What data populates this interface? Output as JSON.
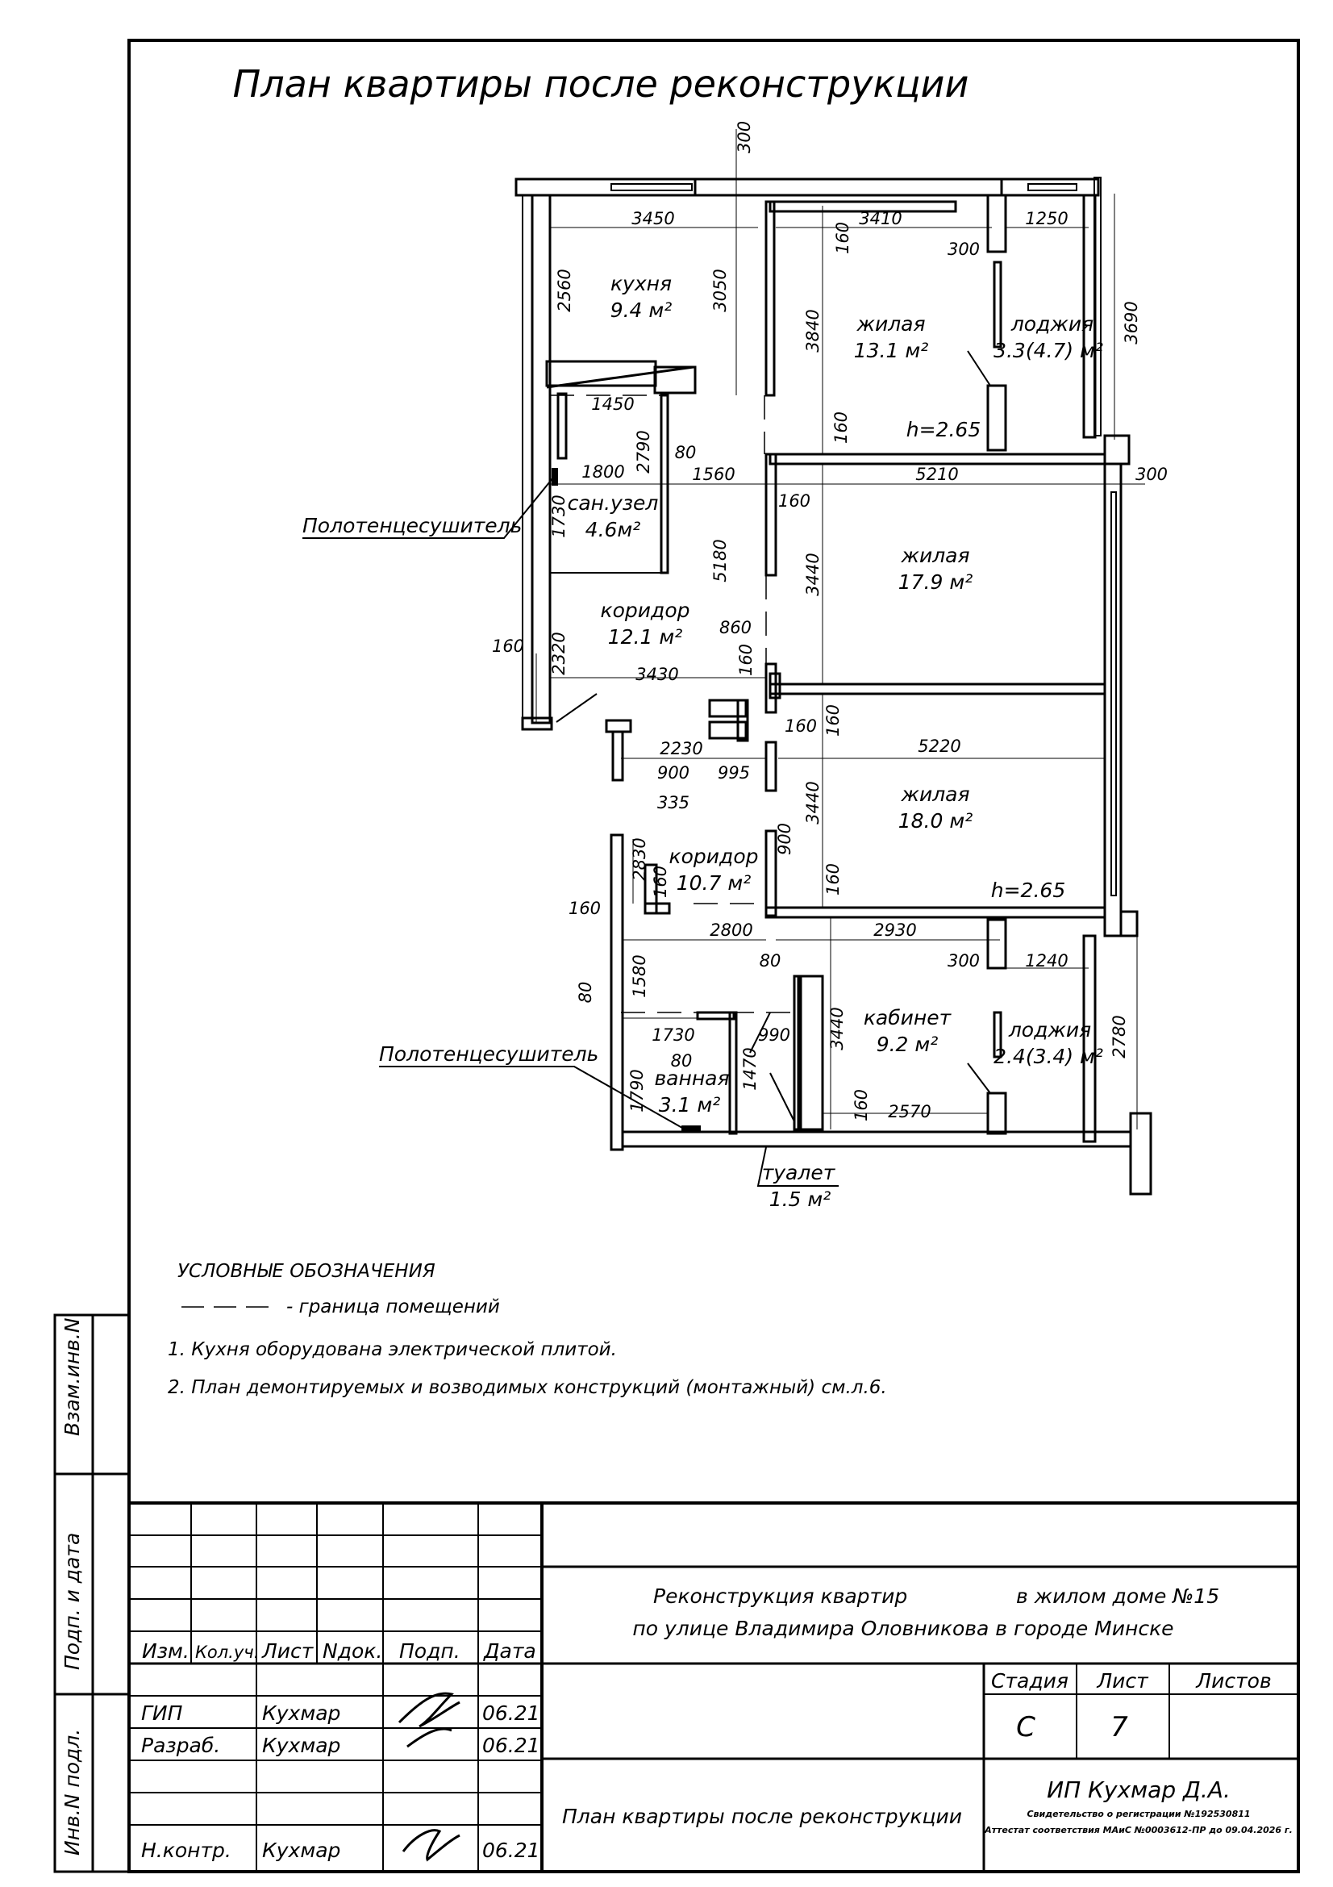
{
  "title": "План квартиры после реконструкции",
  "rooms": {
    "kitchen": {
      "name": "кухня",
      "area": "9.4 м²"
    },
    "living1": {
      "name": "жилая",
      "area": "13.1 м²"
    },
    "loggia1": {
      "name": "лоджия",
      "area": "3.3(4.7) м²"
    },
    "bath1": {
      "name": "сан.узел",
      "area": "4.6м²"
    },
    "living2": {
      "name": "жилая",
      "area": "17.9 м²"
    },
    "corridor1": {
      "name": "коридор",
      "area": "12.1 м²"
    },
    "living3": {
      "name": "жилая",
      "area": "18.0 м²"
    },
    "corridor2": {
      "name": "коридор",
      "area": "10.7 м²"
    },
    "study": {
      "name": "кабинет",
      "area": "9.2 м²"
    },
    "loggia2": {
      "name": "лоджия",
      "area": "2.4(3.4) м²"
    },
    "bathroom": {
      "name": "ванная",
      "area": "3.1 м²"
    },
    "toilet": {
      "name": "туалет",
      "area": "1.5 м²"
    }
  },
  "heights": {
    "h1": "h=2.65",
    "h2": "h=2.65"
  },
  "callouts": {
    "towel1": "Полотенцесушитель",
    "towel2": "Полотенцесушитель"
  },
  "dims": {
    "d300top": "300",
    "d3450": "3450",
    "d3410": "3410",
    "d1250": "1250",
    "d2560": "2560",
    "d3050": "3050",
    "d160a": "160",
    "d300a": "300",
    "d3840": "3840",
    "d3690": "3690",
    "d1450": "1450",
    "d2790": "2790",
    "d80a": "80",
    "d1800": "1800",
    "d1560": "1560",
    "d160b": "160",
    "d5210": "5210",
    "d300b": "300",
    "d1730a": "1730",
    "d160c": "160",
    "d5180": "5180",
    "d3440a": "3440",
    "d2320": "2320",
    "d860": "860",
    "d160d": "160",
    "d160left": "160",
    "d3430": "3430",
    "d2230": "2230",
    "d160e": "160",
    "d160f": "160",
    "d5220": "5220",
    "d900a": "900",
    "d995": "995",
    "d335": "335",
    "d3440b": "3440",
    "d900b": "900",
    "d2830": "2830",
    "d160g": "160",
    "d160h": "160",
    "d160i": "160",
    "d2800": "2800",
    "d2930": "2930",
    "d80b": "80",
    "d300c": "300",
    "d1240": "1240",
    "d1580": "1580",
    "d80c": "80",
    "d1730b": "1730",
    "d990": "990",
    "d3440c": "3440",
    "d2780": "2780",
    "d1790": "1790",
    "d80d": "80",
    "d1470": "1470",
    "d160j": "160",
    "d2570": "2570"
  },
  "legend": {
    "heading": "УСЛОВНЫЕ ОБОЗНАЧЕНИЯ",
    "line_label": "- граница помещений",
    "notes": [
      "1.  Кухня оборудована электрической плитой.",
      "2.  План демонтируемых и возводимых конструкций (монтажный) см.л.6."
    ]
  },
  "side_stamp": {
    "vzam": "Взам.инв.N",
    "podp": "Подп. и дата",
    "inv": "Инв.N подл."
  },
  "title_block": {
    "headers": [
      "Изм.",
      "Кол.уч.",
      "Лист",
      "Nдок.",
      "Подп.",
      "Дата"
    ],
    "project_line1": "Реконструкция квартир",
    "project_line1b": "в жилом доме №15",
    "project_line2": "по улице Владимира Оловникова в городе Минске",
    "staff": [
      {
        "role": "ГИП",
        "name": "Кухмар",
        "date": "06.21"
      },
      {
        "role": "Разраб.",
        "name": "Кухмар",
        "date": "06.21"
      },
      {
        "role": "Н.контр.",
        "name": "Кухмар",
        "date": "06.21"
      }
    ],
    "sheet_title": "План квартиры после реконструкции",
    "stage_label": "Стадия",
    "sheet_label": "Лист",
    "sheets_label": "Листов",
    "stage": "С",
    "sheet": "7",
    "sheets": "",
    "org": "ИП Кухмар Д.А.",
    "cert1": "Свидетельство о регистрации №192530811",
    "cert2": "Аттестат соответствия МАиС №0003612-ПР до 09.04.2026 г."
  }
}
